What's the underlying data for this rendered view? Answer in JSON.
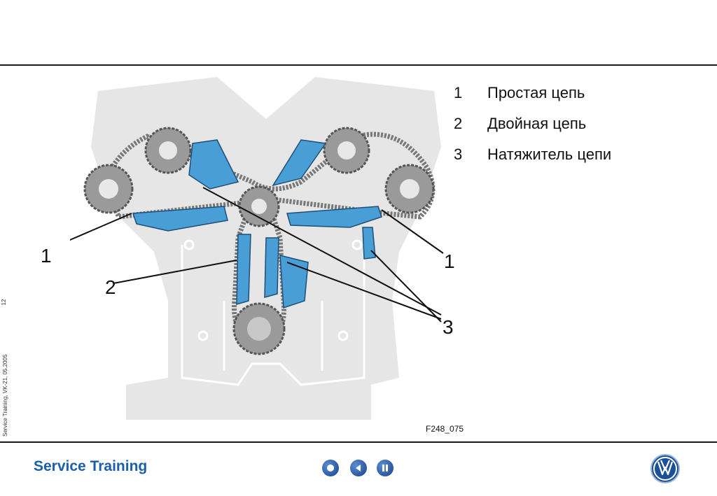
{
  "legend": [
    {
      "num": "1",
      "text": "Простая цепь"
    },
    {
      "num": "2",
      "text": "Двойная цепь"
    },
    {
      "num": "3",
      "text": "Натяжитель цепи"
    }
  ],
  "callouts": {
    "left_1": "1",
    "right_1": "1",
    "two": "2",
    "three": "3"
  },
  "figure_code": "F248_075",
  "footer": {
    "brand": "Service Training"
  },
  "side": {
    "meta": "Service Training, VK-21, 05.2005",
    "page": "12"
  },
  "colors": {
    "accent": "#4a9ed6",
    "brand": "#1b5faa",
    "engine": "#e4e4e4"
  },
  "nav_icons": [
    "home-icon",
    "back-icon",
    "pause-icon"
  ]
}
